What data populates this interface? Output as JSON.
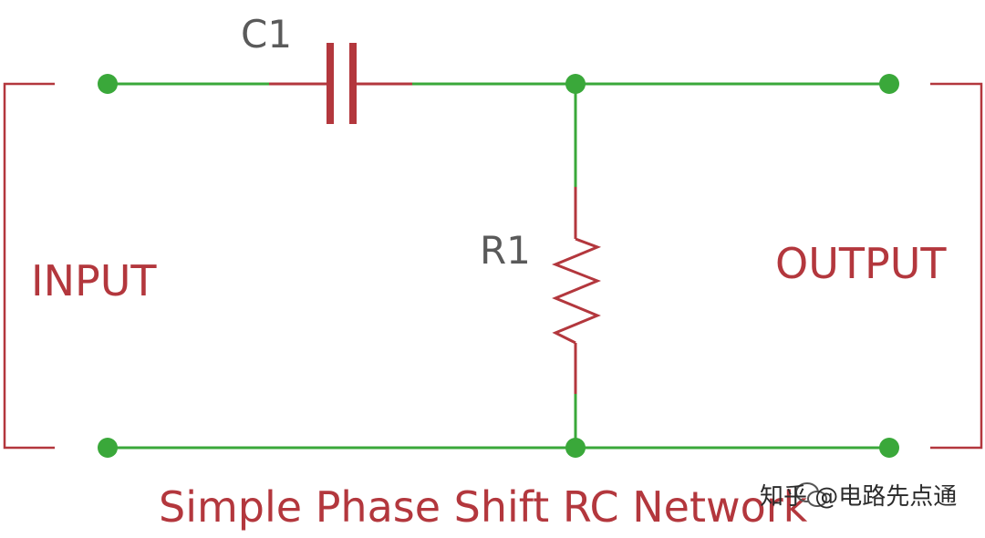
{
  "colors": {
    "wire": "#3aa83a",
    "component": "#b3373d",
    "reference_label": "#5a5a5a"
  },
  "components": {
    "capacitor": {
      "ref": "C1"
    },
    "resistor": {
      "ref": "R1"
    }
  },
  "ports": {
    "input_label": "INPUT",
    "output_label": "OUTPUT"
  },
  "title": "Simple Phase Shift RC Network",
  "watermark": {
    "text": "知乎 @电路先点通",
    "icon": "wechat-icon"
  }
}
